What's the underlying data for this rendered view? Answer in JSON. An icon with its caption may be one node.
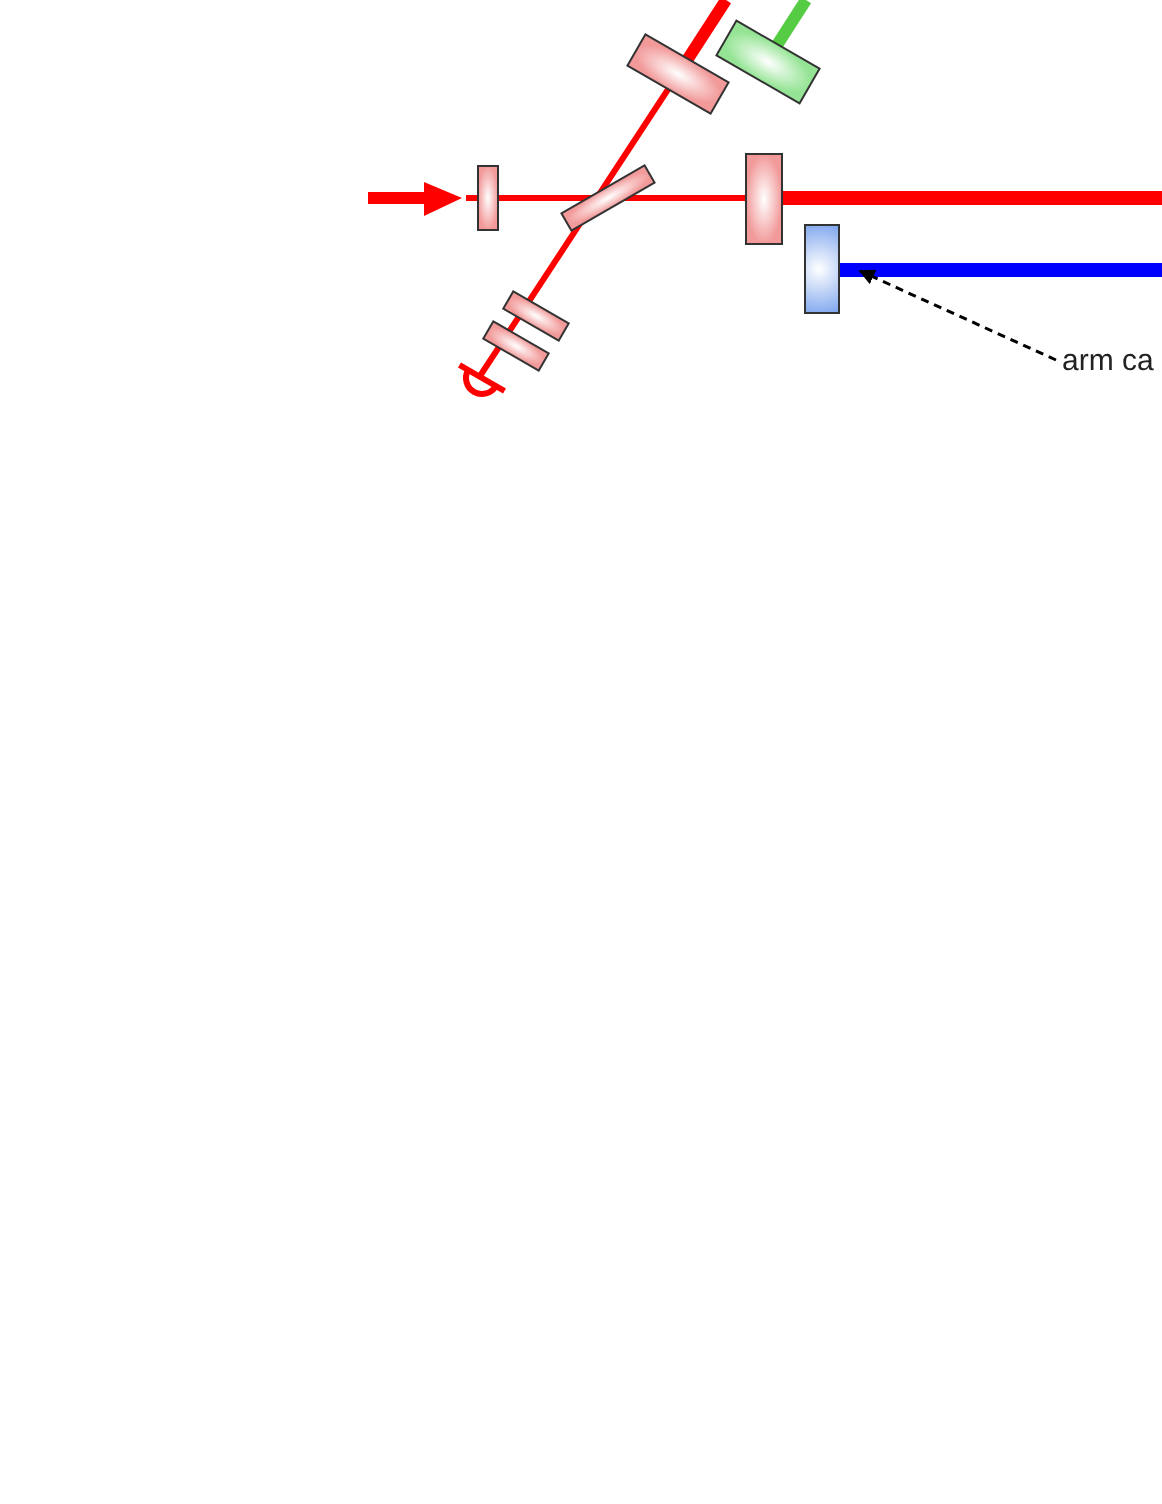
{
  "diagram": {
    "nodes": [
      {
        "text": [
          "arm ca"
        ]
      },
      {
        "text": [],
        "shape": "box"
      }
    ],
    "edges": [
      {
        "from": 0,
        "to": 1,
        "arrow": "to",
        "style": "dashed"
      }
    ]
  }
}
